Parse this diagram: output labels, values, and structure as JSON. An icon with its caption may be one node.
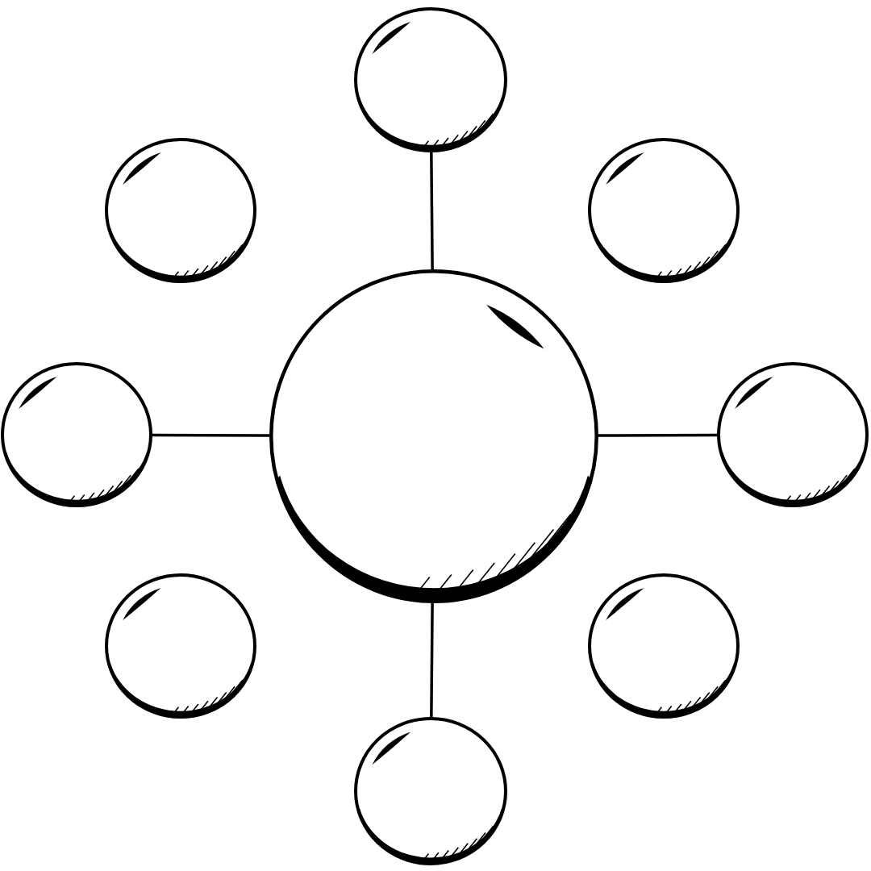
{
  "diagram": {
    "nodes": [
      {
        "text": [],
        "shape": "circle"
      },
      {
        "text": [],
        "shape": "circle"
      },
      {
        "text": [],
        "shape": "circle"
      },
      {
        "text": [],
        "shape": "circle"
      },
      {
        "text": [],
        "shape": "circle"
      },
      {
        "text": [],
        "shape": "circle"
      },
      {
        "text": [],
        "shape": "circle"
      },
      {
        "text": [],
        "shape": "circle"
      },
      {
        "text": [],
        "shape": "circle"
      }
    ],
    "edges": [
      {
        "from": 4,
        "to": 0,
        "arrow": "none"
      },
      {
        "from": 4,
        "to": 3,
        "arrow": "none"
      },
      {
        "from": 4,
        "to": 5,
        "arrow": "none"
      },
      {
        "from": 4,
        "to": 8,
        "arrow": "none"
      }
    ]
  }
}
